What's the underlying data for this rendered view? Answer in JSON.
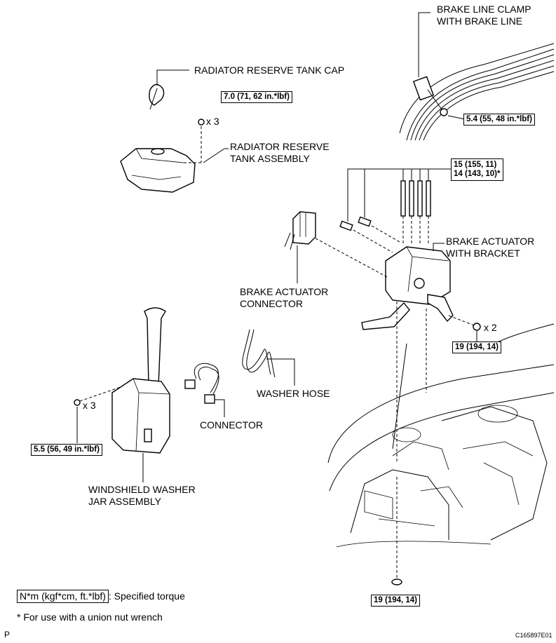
{
  "labels": {
    "brake_line_clamp": [
      "BRAKE LINE CLAMP",
      "WITH BRAKE LINE"
    ],
    "radiator_cap": "RADIATOR RESERVE TANK CAP",
    "radiator_tank": [
      "RADIATOR RESERVE",
      "TANK ASSEMBLY"
    ],
    "brake_actuator": [
      "BRAKE ACTUATOR",
      "WITH BRACKET"
    ],
    "brake_connector": [
      "BRAKE ACTUATOR",
      "CONNECTOR"
    ],
    "washer_hose": "WASHER HOSE",
    "connector": "CONNECTOR",
    "washer_jar": [
      "WINDSHIELD WASHER",
      "JAR ASSEMBLY"
    ]
  },
  "torques": {
    "cap_bolts": "7.0 (71, 62 in.*lbf)",
    "clamp_bolt": "5.4 (55, 48 in.*lbf)",
    "union_nuts": [
      "15 (155, 11)",
      "14 (143, 10)*"
    ],
    "bracket_bolts": "19 (194, 14)",
    "bottom_nut": "19 (194, 14)",
    "jar_bolts": "5.5 (56, 49 in.*lbf)"
  },
  "quantities": {
    "cap_bolts": "x 3",
    "bracket_bolts": "x 2",
    "jar_bolts": "x 3"
  },
  "legend": {
    "unit": "N*m (kgf*cm, ft.*lbf)",
    "unit_desc": ": Specified torque",
    "note": "* For use with a union nut wrench"
  },
  "footer": {
    "left_mark": "P",
    "figure_id": "C165897E01"
  }
}
